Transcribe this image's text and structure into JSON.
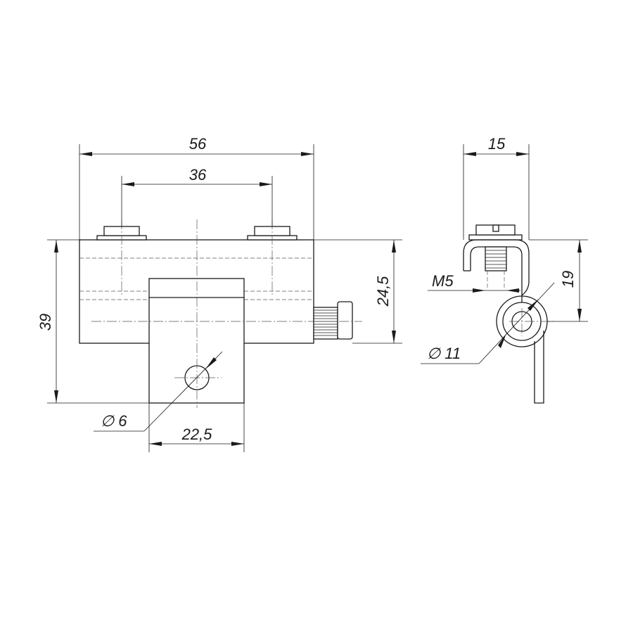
{
  "dimensions": {
    "width_56": "56",
    "spacing_36": "36",
    "height_39": "39",
    "height_24_5": "24,5",
    "base_22_5": "22,5",
    "hole_6": "∅ 6",
    "side_15": "15",
    "thread_m5": "M5",
    "side_19": "19",
    "hole_11": "∅ 11"
  }
}
